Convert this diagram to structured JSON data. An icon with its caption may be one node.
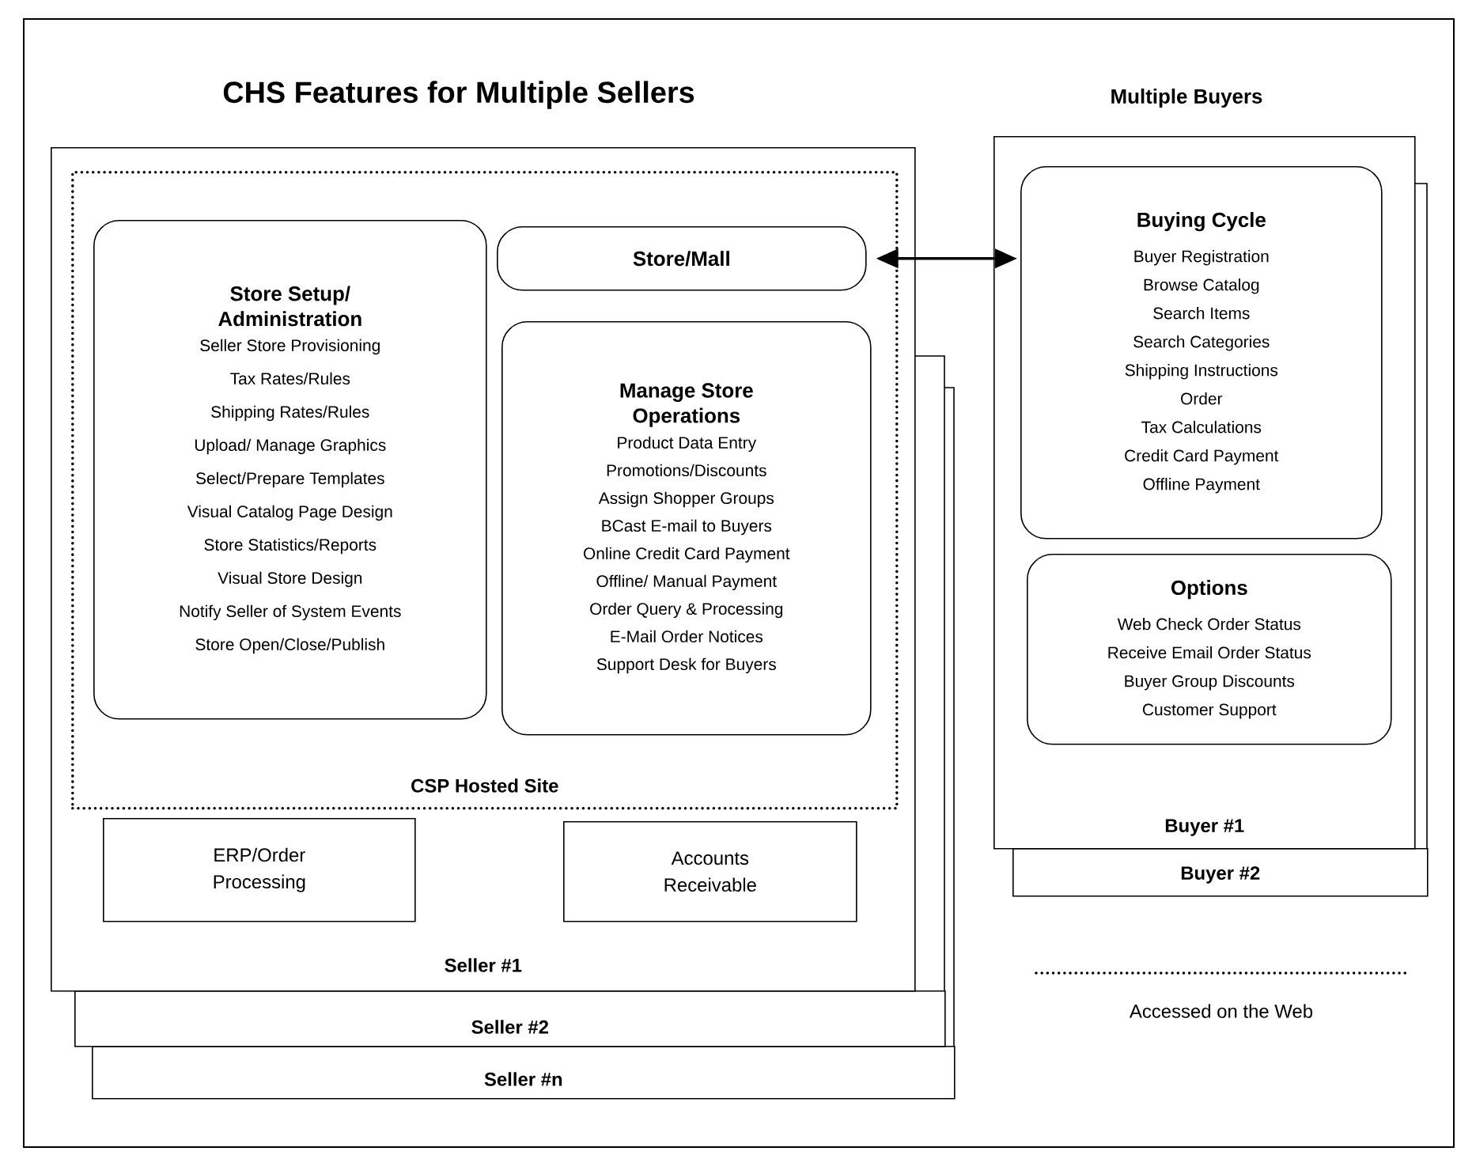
{
  "diagram": {
    "title": "CHS Features for Multiple Sellers",
    "nodes": [
      {
        "text": [
          "Seller #n"
        ]
      },
      {
        "text": [
          "Seller #2"
        ]
      },
      {
        "text": [
          "Seller #1"
        ]
      },
      {
        "text": [
          "CSP Hosted Site"
        ],
        "in": 2
      },
      {
        "text": [
          "Store Setup/ Administration",
          "Seller Store Provisioning",
          "Tax Rates/Rules",
          "Shipping Rates/Rules",
          "Upload/ Manage Graphics",
          "Select/Prepare Templates",
          "Visual Catalog Page Design",
          "Store Statistics/Reports",
          "Visual Store Design",
          "Notify Seller of System Events",
          "Store Open/Close/Publish"
        ],
        "in": 3
      },
      {
        "text": [
          "Store/Mall"
        ],
        "in": 3
      },
      {
        "text": [
          "Manage Store Operations",
          "Product Data Entry",
          "Promotions/Discounts",
          "Assign Shopper Groups",
          "BCast E-mail to Buyers",
          "Online Credit Card Payment",
          "Offline/ Manual Payment",
          "Order Query & Processing",
          "E-Mail Order Notices",
          "Support Desk for Buyers"
        ],
        "in": 3
      },
      {
        "text": [
          "ERP/Order Processing"
        ],
        "in": 2
      },
      {
        "text": [
          "Accounts Receivable"
        ],
        "in": 2
      },
      {
        "text": [
          "Buyer #2"
        ]
      },
      {
        "text": [
          "Buyer #1"
        ]
      },
      {
        "text": [
          "Buying Cycle",
          "Buyer Registration",
          "Browse Catalog",
          "Search Items",
          "Search Categories",
          "Shipping Instructions",
          "Order",
          "Tax Calculations",
          "Credit Card Payment",
          "Offline Payment"
        ],
        "in": 10
      },
      {
        "text": [
          "Options",
          "Web Check Order Status",
          "Receive Email Order Status",
          "Buyer Group Discounts",
          "Customer Support"
        ],
        "in": 10
      }
    ],
    "edges": [
      {
        "from": 5,
        "to": 11,
        "arrow": "both"
      }
    ],
    "labels": [
      "Multiple Buyers"
    ],
    "legend": [
      {
        "text": "Accessed on the Web"
      }
    ]
  }
}
